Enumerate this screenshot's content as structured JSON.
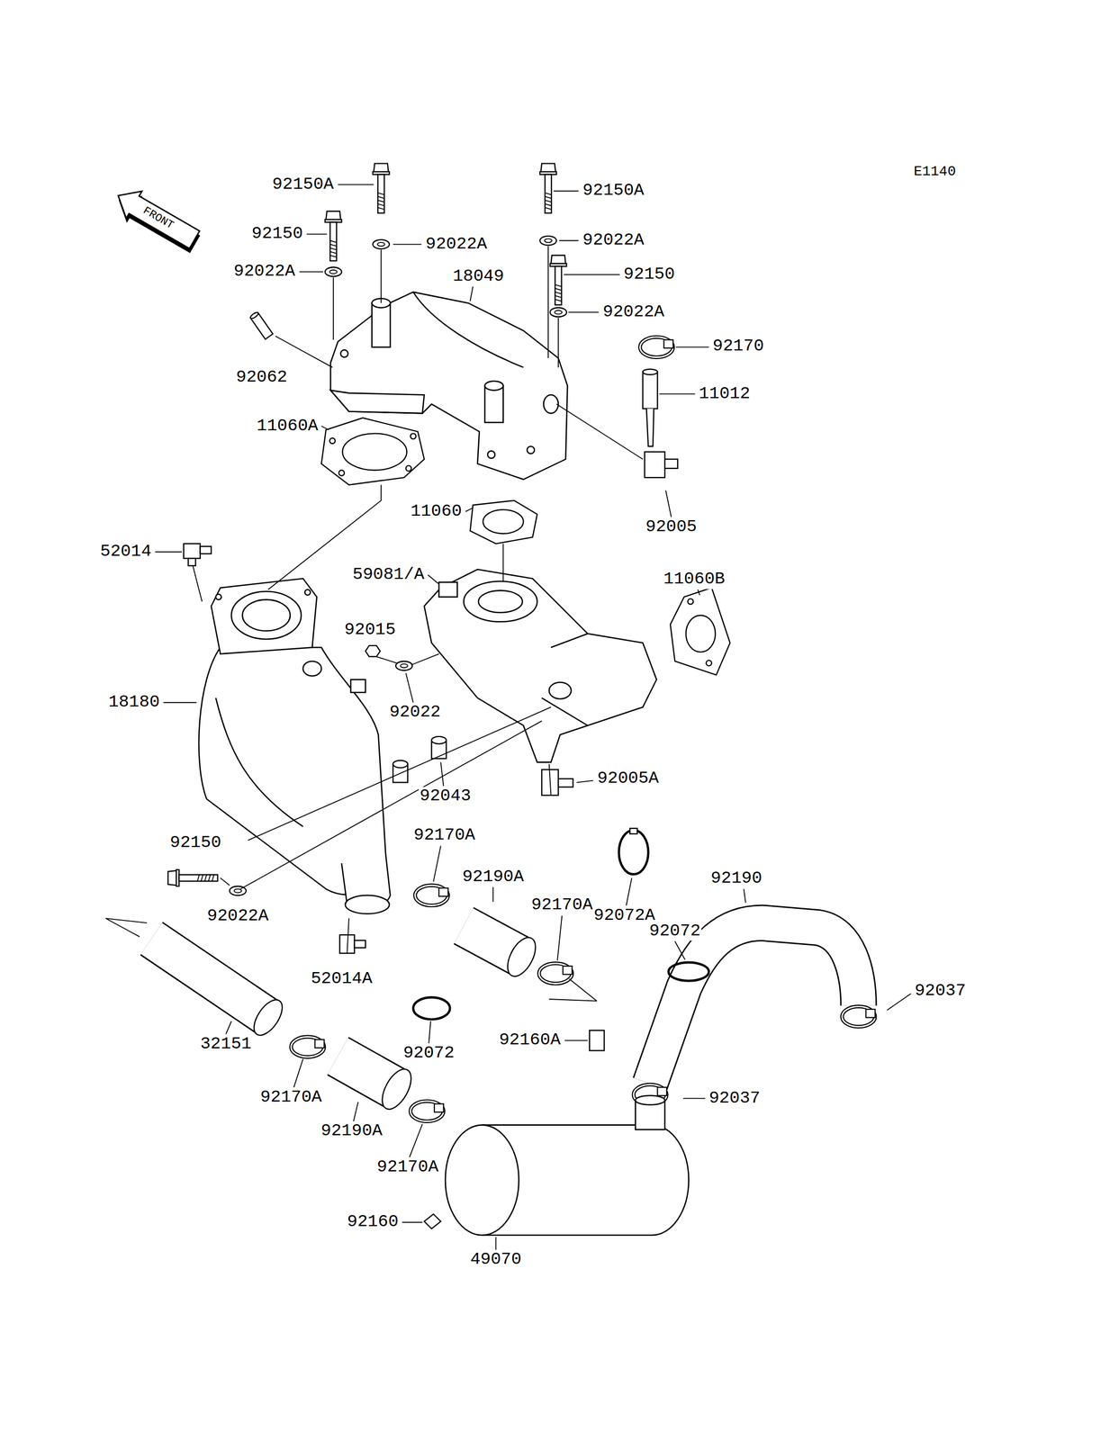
{
  "diagram": {
    "labels": [
      "E1140",
      "FRONT",
      "92150A",
      "92150A",
      "92150",
      "92022A",
      "92022A",
      "18049",
      "92022A",
      "92150",
      "92022A",
      "92170",
      "92062",
      "11012",
      "11060A",
      "11060",
      "92005",
      "52014",
      "59081/A",
      "11060B",
      "92015",
      "18180",
      "92022",
      "92005A",
      "92043",
      "92170A",
      "92150",
      "92190A",
      "92190",
      "92170A",
      "92022A",
      "92072A",
      "92072",
      "52014A",
      "92037",
      "32151",
      "92160A",
      "92072",
      "92037",
      "92170A",
      "92190A",
      "92170A",
      "92160",
      "49070"
    ]
  }
}
